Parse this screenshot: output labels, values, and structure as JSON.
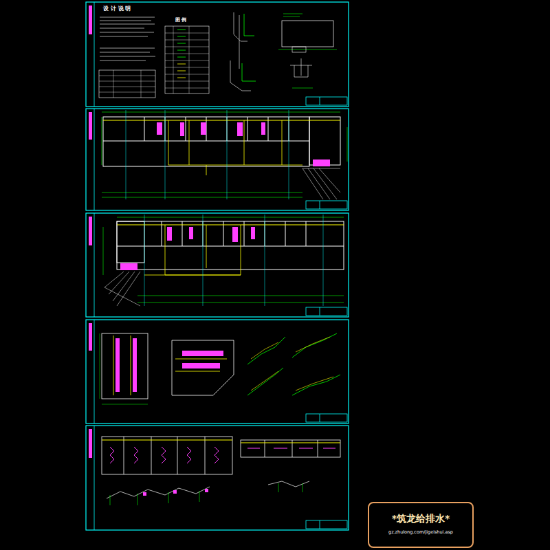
{
  "diagram": {
    "nodes": [
      {
        "text": [
          "设 计 说 明"
        ]
      },
      {
        "text": [
          "*筑龙给排水*",
          "gz.zhulong.com/jigeishui.asp"
        ]
      }
    ],
    "labels": [
      "图 例"
    ]
  }
}
